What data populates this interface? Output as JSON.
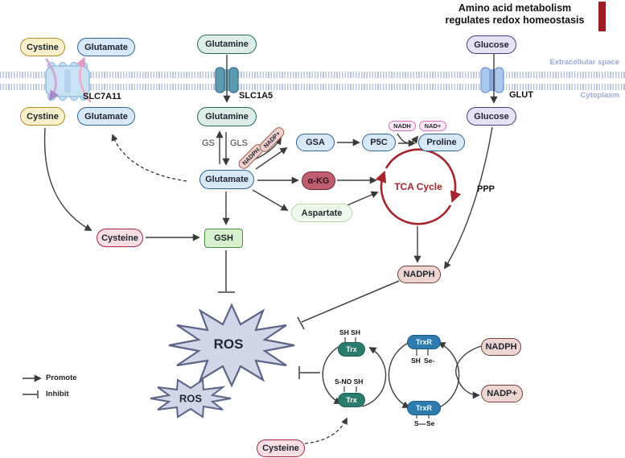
{
  "title": {
    "line1": "Amino acid metabolism",
    "line2": "regulates redox homeostasis"
  },
  "membrane": {
    "extracellular": "Extracellular space",
    "cytoplasm": "Cytoplasm"
  },
  "transporters": {
    "slc7a11": "SLC7A11",
    "slc1a5": "SLC1A5",
    "glut": "GLUT"
  },
  "enzymes": {
    "gs": "GS",
    "gls": "GLS",
    "ppp": "PPP"
  },
  "nodes": {
    "cystine": "Cystine",
    "glutamate": "Glutamate",
    "glutamine": "Glutamine",
    "glucose": "Glucose",
    "gsa": "GSA",
    "p5c": "P5C",
    "proline": "Proline",
    "akg": "α-KG",
    "aspartate": "Aspartate",
    "tca": "TCA Cycle",
    "cysteine": "Cysteine",
    "gsh": "GSH",
    "ros": "ROS",
    "trx": "Trx",
    "trxr": "TrxR",
    "nadph": "NADPH",
    "nadp_plus": "NADP+"
  },
  "cofactors": {
    "nadph": "NADPH",
    "nadp_plus": "NADP+",
    "nadh": "NADH",
    "nad_plus": "NAD+"
  },
  "redox_labels": {
    "trx_top": "SH SH",
    "trx_bottom": "S-NO SH",
    "trxr_top_left": "SH",
    "trxr_top_right": "Se-",
    "trxr_bottom_left": "S",
    "trxr_bottom_right": "Se"
  },
  "legend": {
    "promote": "Promote",
    "inhibit": "Inhibit"
  },
  "colors": {
    "title_bar": "#9b1e24",
    "tca_red": "#a8242d",
    "trx_teal": "#2a7d6e",
    "trxr_blue": "#2c7cb0",
    "ros_fill": "#d2d6e9",
    "membrane_dot": "#b9c3de"
  }
}
